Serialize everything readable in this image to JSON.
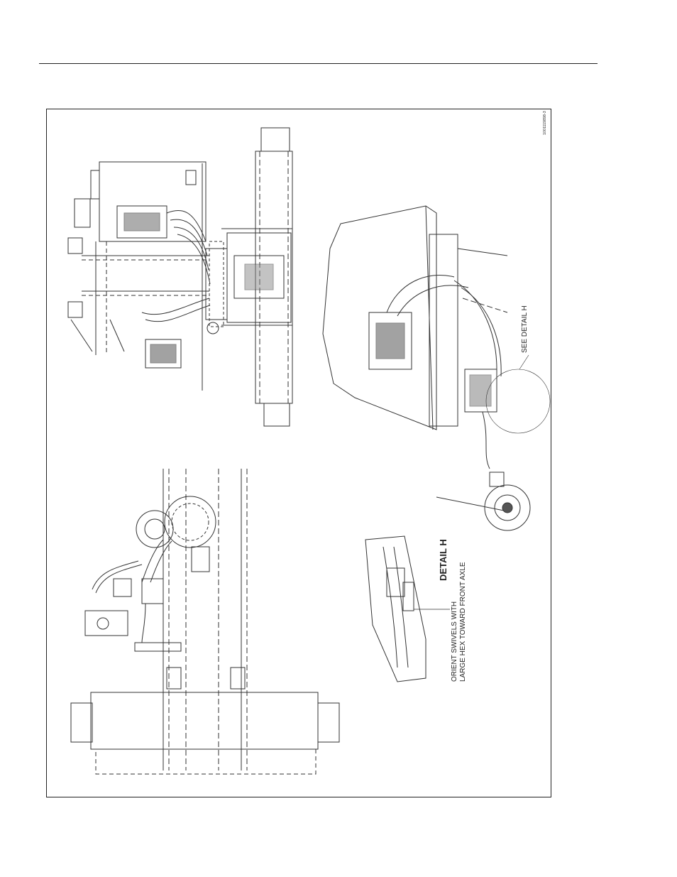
{
  "figure": {
    "id": "1001119898-3",
    "see_detail_label": "SEE DETAIL H",
    "detail_title": "DETAIL H",
    "note_line1": "ORIENT SWIVELS WITH",
    "note_line2": "LARGE HEX TOWARD FRONT AXLE"
  }
}
